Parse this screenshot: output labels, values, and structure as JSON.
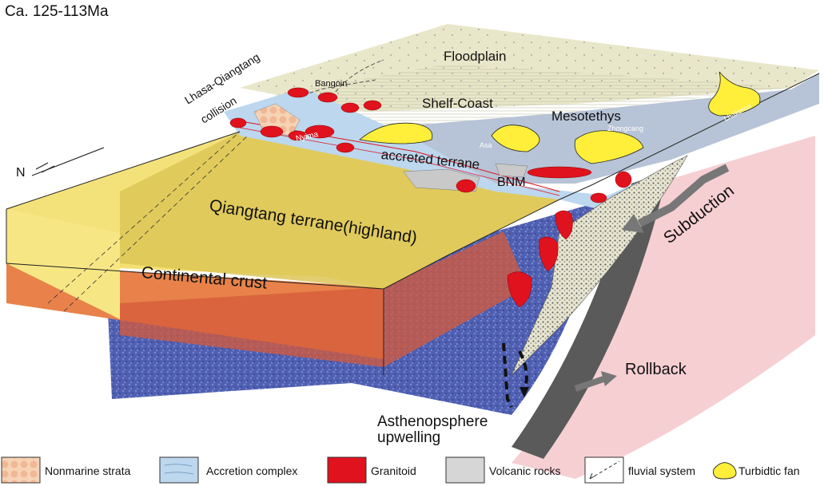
{
  "diagram": {
    "title": "Ca. 125-113Ma",
    "north_label": "N",
    "labels": {
      "lhasa_qiangtang": "Lhasa-Qiangtang",
      "collision": "collision",
      "bangoin": "Bangoin",
      "nyima": "Nyima",
      "floodplain": "Floodplain",
      "shelf_coast": "Shelf-Coast",
      "mesotethys": "Mesotethys",
      "zhongcang": "Zhongcang",
      "asa": "Asa",
      "lhakorco": "Lhakorco",
      "accreted_terrane": "accreted terrane",
      "bnm": "BNM",
      "qiangtang_terrane": "Qiangtang terrane(highland)",
      "continental_crust": "Continental crust",
      "subduction": "Subduction",
      "rollback": "Rollback",
      "asthenosphere_1": "Asthenopsphere",
      "asthenosphere_2": "upwelling"
    },
    "colors": {
      "crust_yellow": "#e9d95f",
      "crust_top": "#f3e27a",
      "orange_layer": "#e8824a",
      "mantle_blue": "#4f5fb2",
      "slab_pink": "#f6cfd3",
      "accretion_blue": "#bcd7ee",
      "granitoid_red": "#e0121d",
      "turbidite_yellow": "#ffef3a",
      "floodplain": "#e9e7c9",
      "mesotethys": "#b7c3d6"
    }
  },
  "legend": {
    "items": [
      {
        "label": "Nonmarine strata"
      },
      {
        "label": "Accretion complex"
      },
      {
        "label": "Granitoid"
      },
      {
        "label": "Volcanic rocks"
      },
      {
        "label": "fluvial system"
      },
      {
        "label": "Turbidtic fan"
      }
    ]
  }
}
